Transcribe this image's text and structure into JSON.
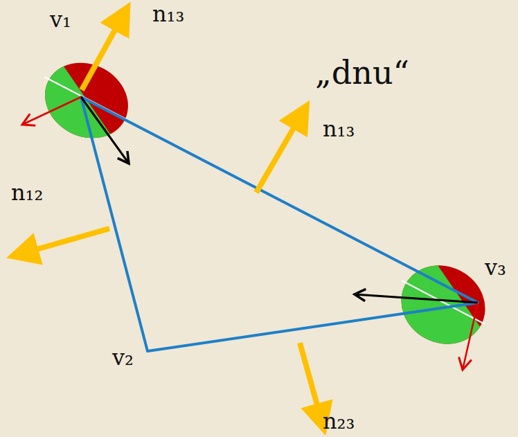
{
  "diagram": {
    "labels": [
      "v₁",
      "n₁₃",
      "„dnu“",
      "n₁₃",
      "n₁₂",
      "v₃",
      "v₂",
      "n₂₃"
    ]
  }
}
